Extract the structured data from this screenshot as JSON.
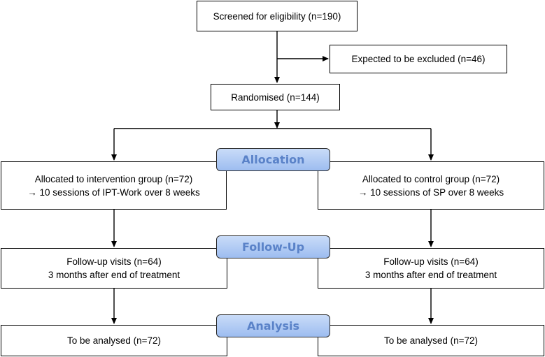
{
  "boxes": {
    "screened": "Screened for eligibility (n=190)",
    "excluded": "Expected to be excluded (n=46)",
    "randomised": "Randomised (n=144)",
    "alloc_intervention_line1": "Allocated to intervention group (n=72)",
    "alloc_intervention_line2": "→ 10 sessions of IPT-Work over 8 weeks",
    "alloc_control_line1": "Allocated to control group (n=72)",
    "alloc_control_line2": "→ 10 sessions of SP over 8 weeks",
    "followup_left_line1": "Follow-up visits (n=64)",
    "followup_left_line2": "3 months after end of treatment",
    "followup_right_line1": "Follow-up visits (n=64)",
    "followup_right_line2": "3 months after end of treatment",
    "analysed_left": "To be analysed (n=72)",
    "analysed_right": "To be analysed (n=72)"
  },
  "stages": {
    "allocation": "Allocation",
    "followup": "Follow-Up",
    "analysis": "Analysis"
  },
  "colors": {
    "stage_fill": "#b7cff4",
    "stage_text": "#5a82c8",
    "line": "#000000"
  }
}
